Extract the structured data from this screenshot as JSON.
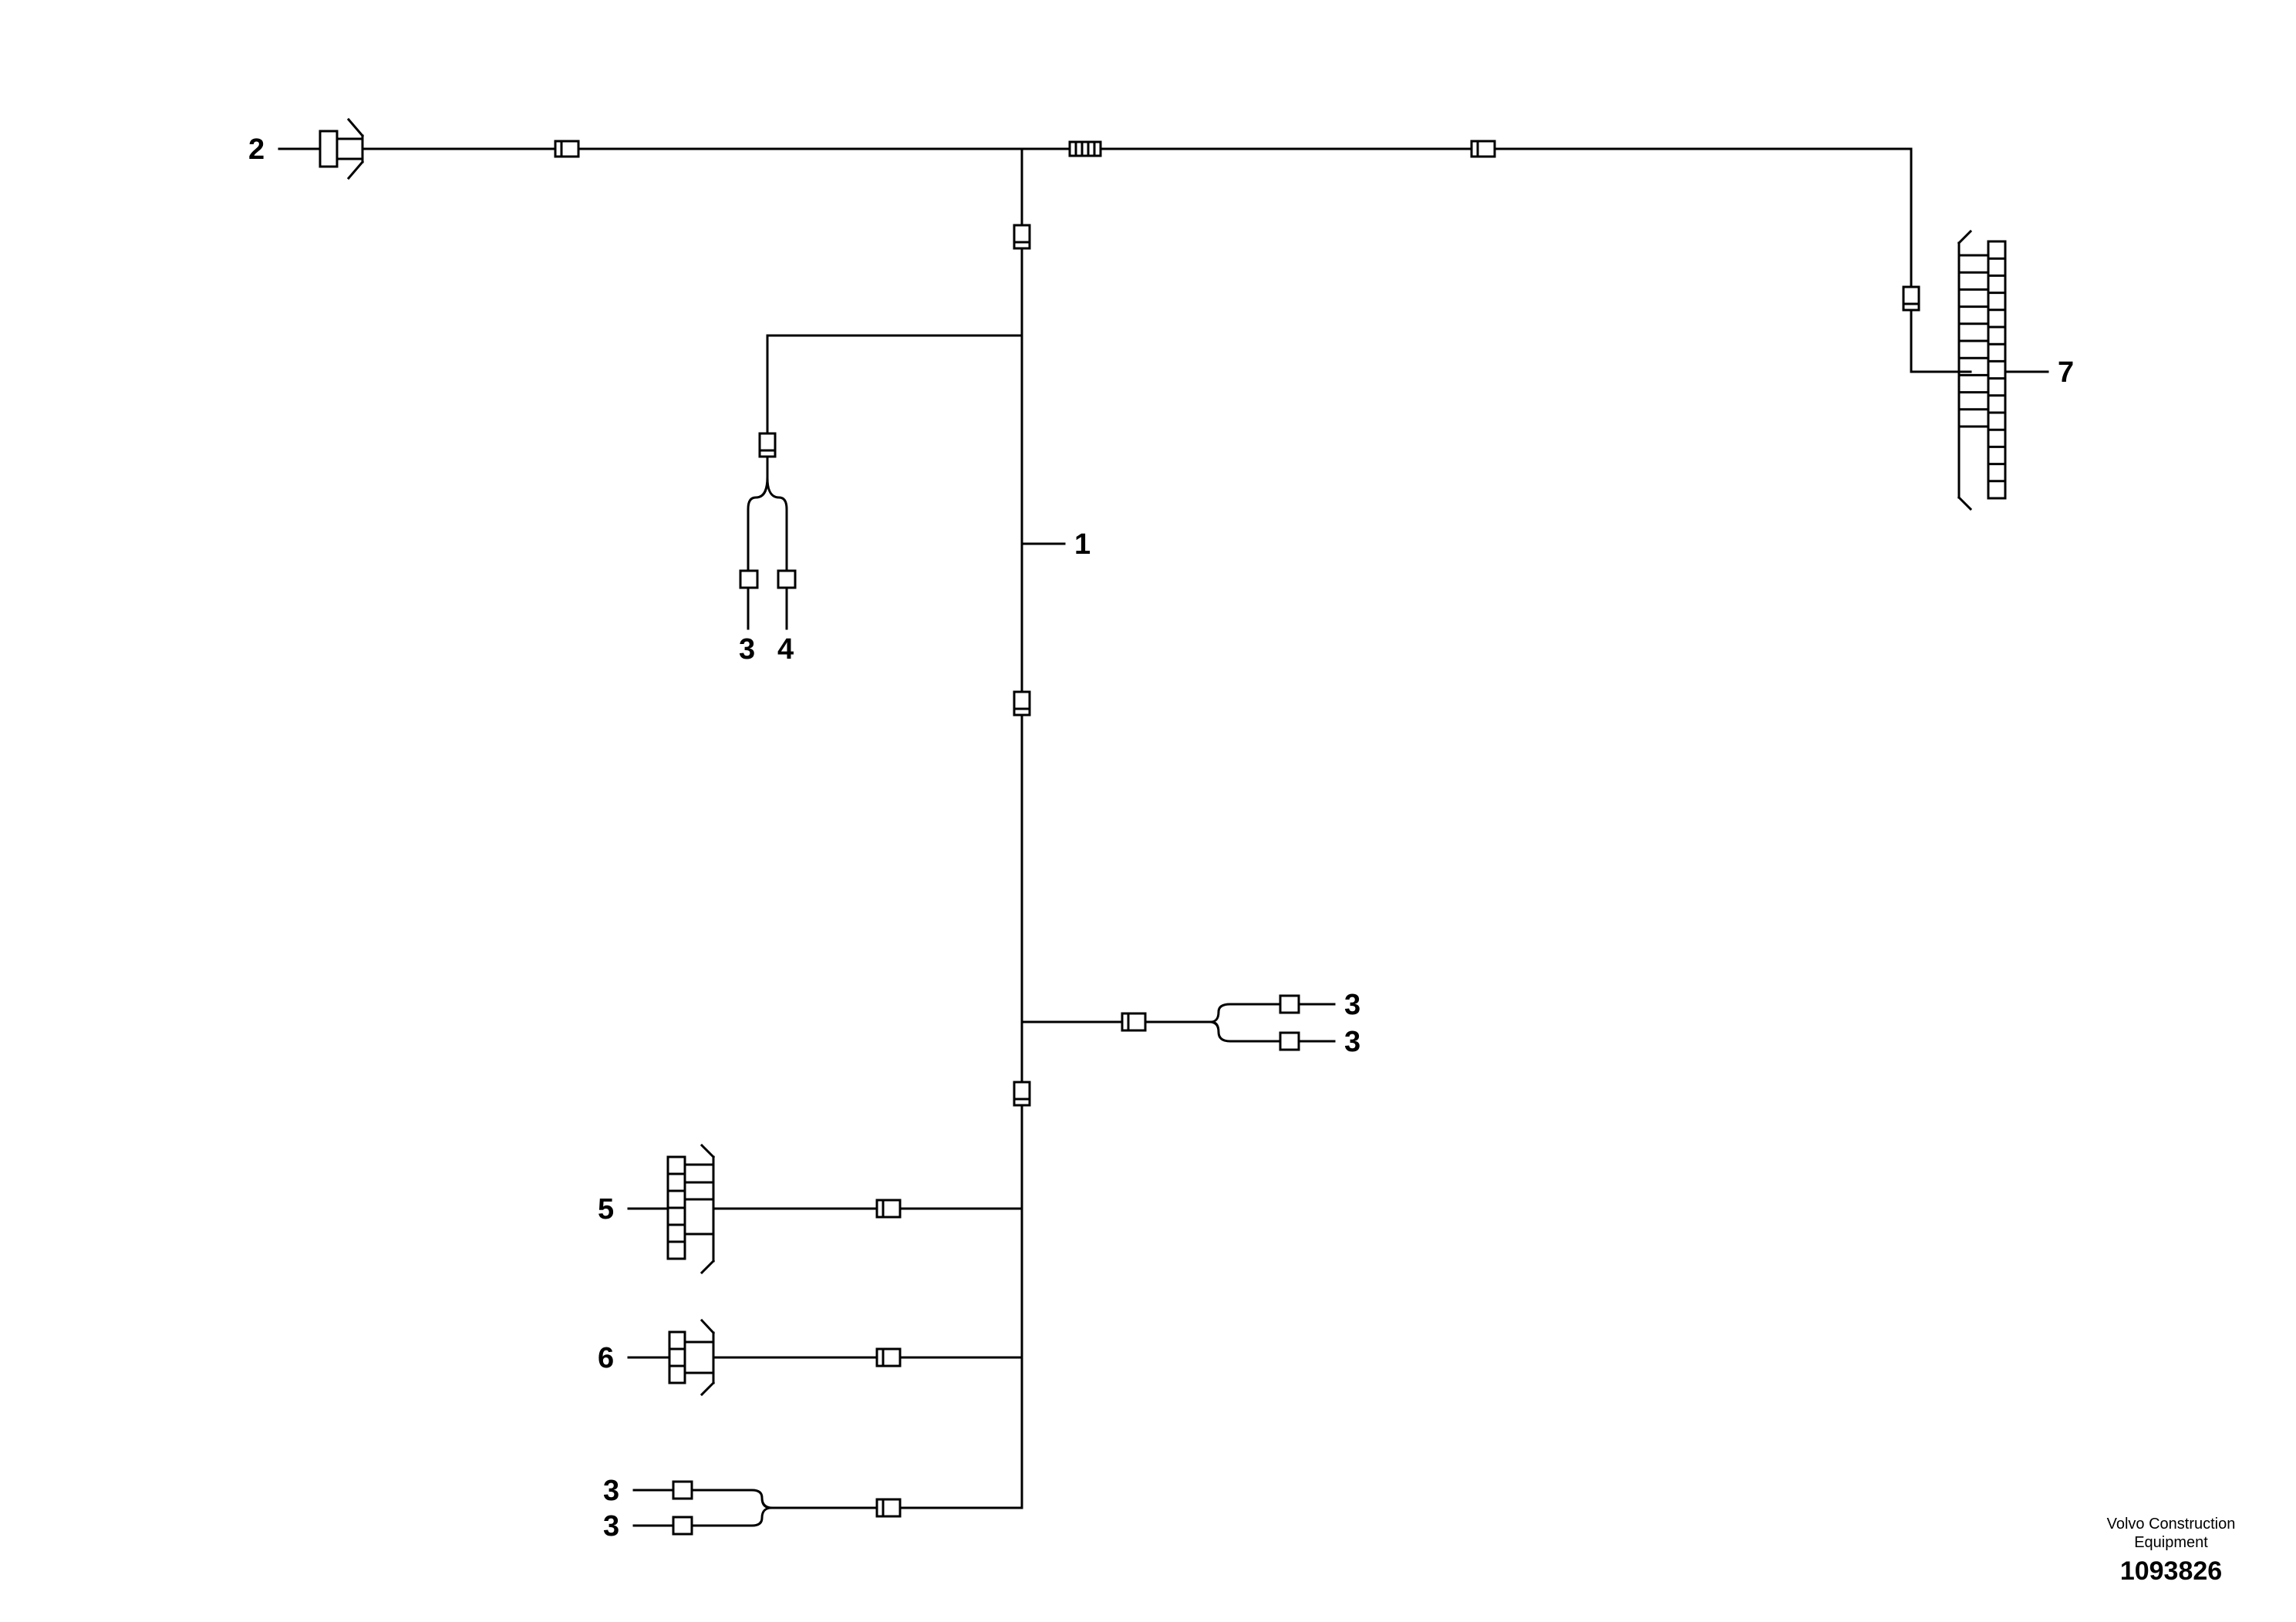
{
  "callouts": {
    "harness": "1",
    "connector_top_left": "2",
    "sensor_a": "3",
    "sensor_b": "4",
    "sensor_right_upper": "3",
    "sensor_right_lower": "3",
    "connector_bottom_5": "5",
    "connector_bottom_6": "6",
    "sensor_bottom_upper": "3",
    "sensor_bottom_lower": "3",
    "connector_right_7": "7"
  },
  "footer": {
    "publisher_line1": "Volvo Construction",
    "publisher_line2": "Equipment",
    "document_number": "1093826"
  }
}
